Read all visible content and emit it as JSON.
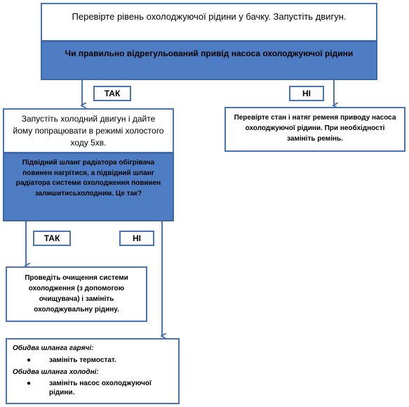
{
  "flow": {
    "step1": {
      "text": "Перевірте рівень охолоджуючої рідини у бачку. Запустіть двигун.",
      "question": "Чи правильно відрегульований привід насоса охолоджуючої рідини"
    },
    "yes1": "ТАК",
    "no1": "НІ",
    "no1_action": "Перевірте стан і натяг ременя приводу насоса охолоджуючої рідини. При необхідності замініть ремінь.",
    "step2": {
      "text": "Запустіть холодний двигун і дайте йому попрацювати в режимі холостого ходу 5хв.",
      "question": "Підвідний шланг радіатора обігрівача повинен нагрітися, а підвідний шланг радіатора системи охолодження повинен залишитисьхолодним. Це так?"
    },
    "yes2": "ТАК",
    "no2": "НІ",
    "yes2_action": "Проведіть очищення системи охолодження (з допомогою очищувача) і замініть охолоджувальну рідину.",
    "no2_action": {
      "case_hot": "Обидва шланга гарячі:",
      "case_hot_item": "замініть термостат.",
      "case_cold": "Обидва шланга холодні:",
      "case_cold_item": "замініть насос охолоджуючої рідини.",
      "bullet": "●"
    }
  },
  "colors": {
    "accent": "#4f7dc3",
    "border": "#4a72b5",
    "arrow": "#4a72b5"
  }
}
